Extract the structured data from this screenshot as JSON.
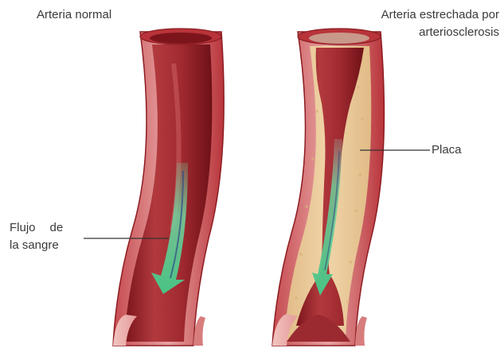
{
  "labels": {
    "normal_artery": "Arteria normal",
    "narrowed_artery_line1": "Arteria estrechada por",
    "narrowed_artery_line2": "arteriosclerosis",
    "plaque": "Placa",
    "blood_flow_word1": "Flujo",
    "blood_flow_word2": "de",
    "blood_flow_line2": "la sangre"
  },
  "colors": {
    "artery_wall": "#a5262c",
    "artery_wall_light": "#d06a6a",
    "lumen": "#8a1c22",
    "plaque": "#e8c99a",
    "flow_arrow": "#5fd08f",
    "leader_line": "#333333"
  }
}
